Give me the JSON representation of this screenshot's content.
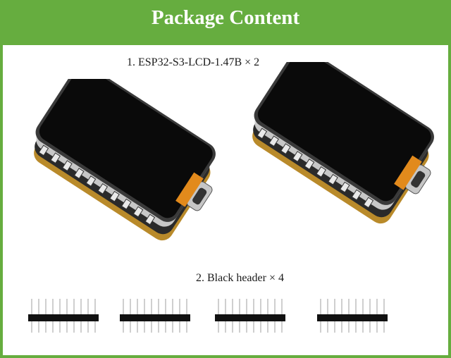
{
  "title": "Package Content",
  "items": [
    {
      "label": "1. ESP32-S3-LCD-1.47B × 2",
      "quantity": 2
    },
    {
      "label": "2. Black header × 4",
      "quantity": 4
    }
  ],
  "colors": {
    "accent": "#66ad3f",
    "screen": "#0a0a0a",
    "pcb_edge": "#e0b84a",
    "header_plastic": "#111111",
    "pin": "#c9c9c9"
  }
}
